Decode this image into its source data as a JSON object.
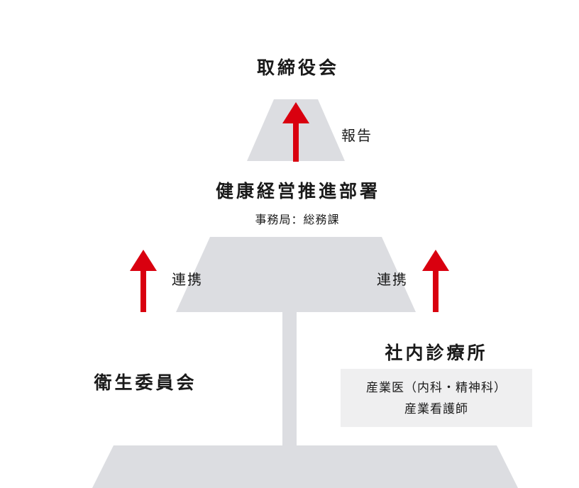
{
  "colors": {
    "shape_gray": "#dcdde1",
    "arrow_red": "#d9000f",
    "box_bg": "#efeff0",
    "text": "#1a1a1a"
  },
  "nodes": {
    "board": {
      "title": "取締役会"
    },
    "promotion": {
      "title": "健康経営推進部署",
      "secretariat": "事務局：総務課"
    },
    "safety_committee": {
      "title": "衛生委員会"
    },
    "clinic": {
      "title": "社内診療所",
      "staff": [
        "産業医（内科・精神科）",
        "産業看護師"
      ]
    }
  },
  "edges": {
    "report": {
      "label": "報告",
      "icon": "arrow-up-icon"
    },
    "link_left": {
      "label": "連携",
      "icon": "arrow-up-icon"
    },
    "link_right": {
      "label": "連携",
      "icon": "arrow-up-icon"
    }
  }
}
